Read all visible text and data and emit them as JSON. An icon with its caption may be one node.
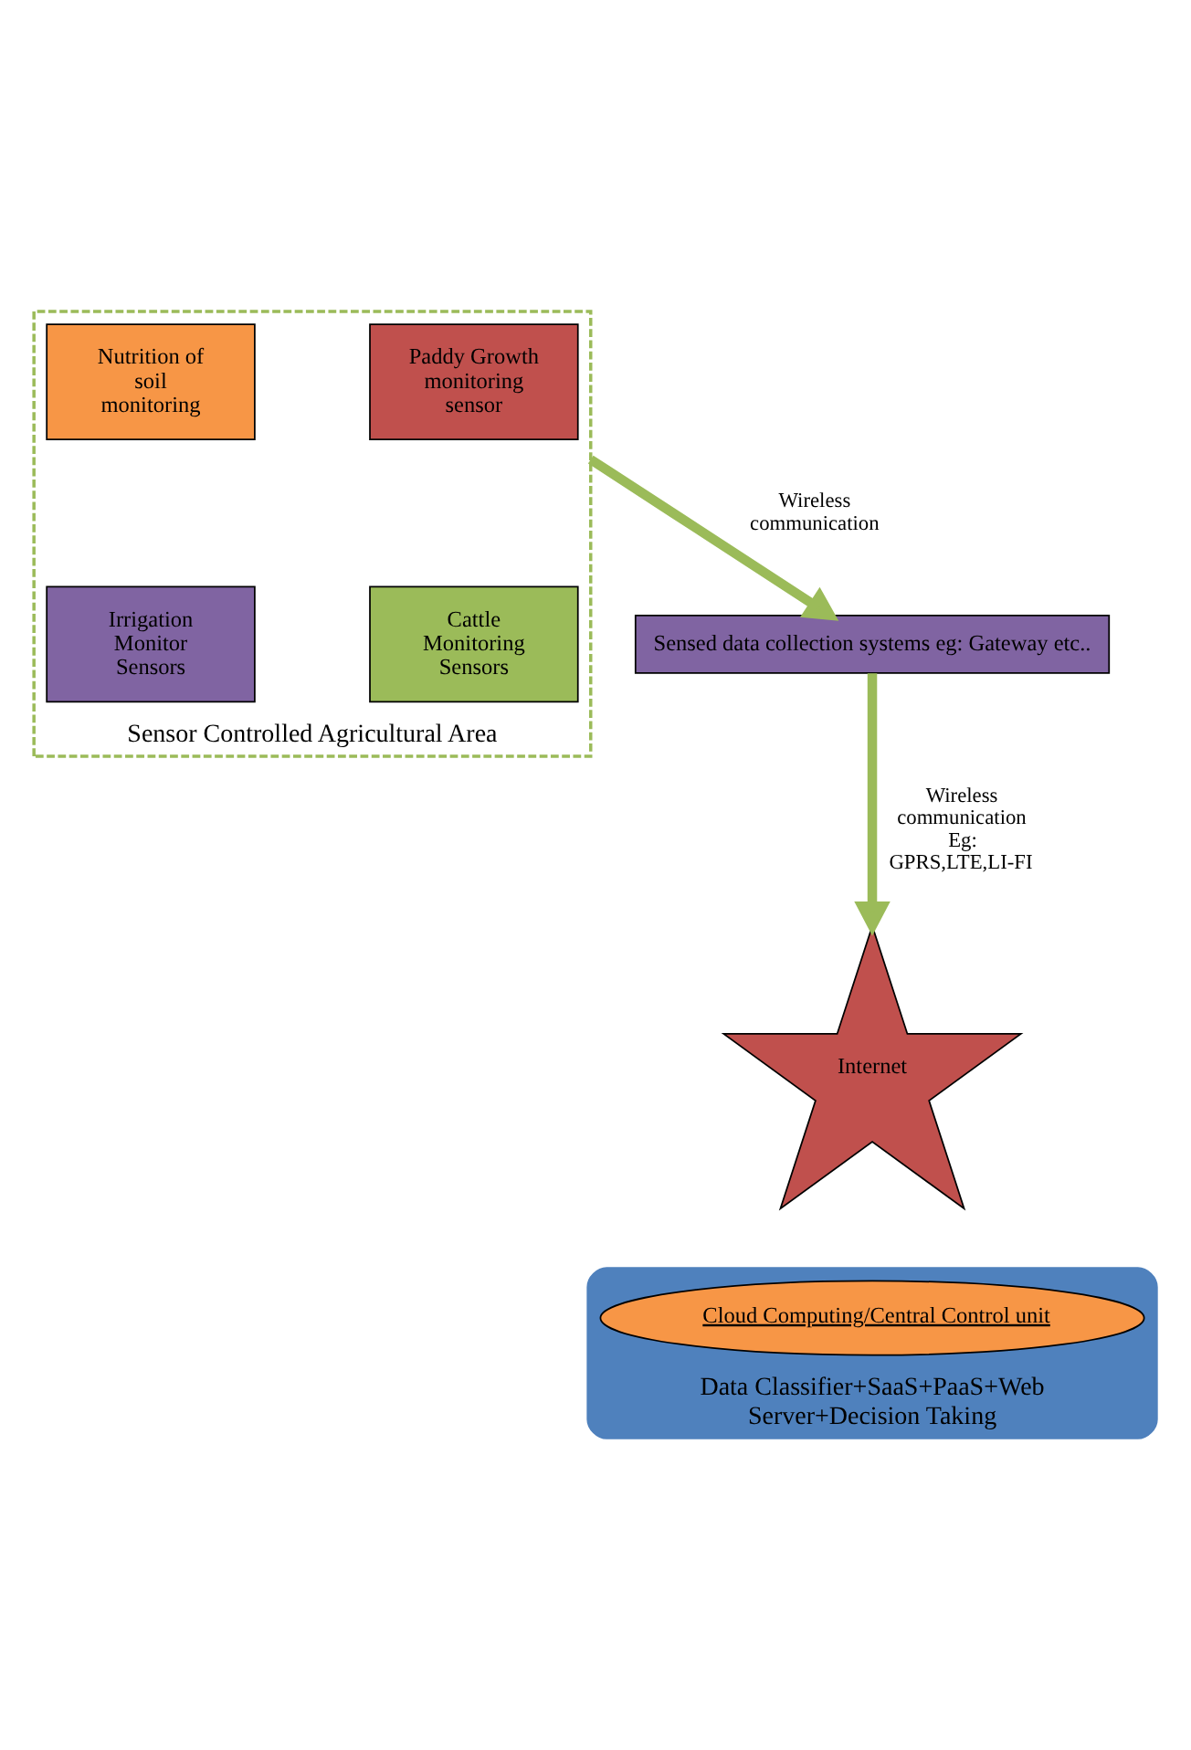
{
  "diagram": {
    "nodes": [
      {
        "text": [
          "Sensor Controlled Agricultural Area"
        ]
      },
      {
        "text": [
          "Paddy Growth monitoring sensor"
        ],
        "in": 0
      },
      {
        "text": [
          "Nutrition of soil monitoring"
        ],
        "in": 0
      },
      {
        "text": [
          "Cattle Monitoring Sensors"
        ],
        "in": 0
      },
      {
        "text": [
          "Irrigation Monitor Sensors"
        ],
        "in": 0
      },
      {
        "text": [
          "Sensed data collection systems eg: Gateway etc.."
        ]
      },
      {
        "text": [
          "Internet"
        ]
      },
      {
        "text": [
          "Data Classifier+SaaS+PaaS+Web Server+Decision Taking"
        ]
      },
      {
        "text": [
          "Cloud Computing/Central Control unit"
        ],
        "in": 7
      }
    ],
    "edges": [
      {
        "from": 0,
        "to": 5,
        "arrow": "to",
        "label": "Wireless communication"
      },
      {
        "from": 5,
        "to": 6,
        "arrow": "to",
        "label": "Wireless communication Eg: GPRS,LTE,LI-FI"
      }
    ]
  }
}
